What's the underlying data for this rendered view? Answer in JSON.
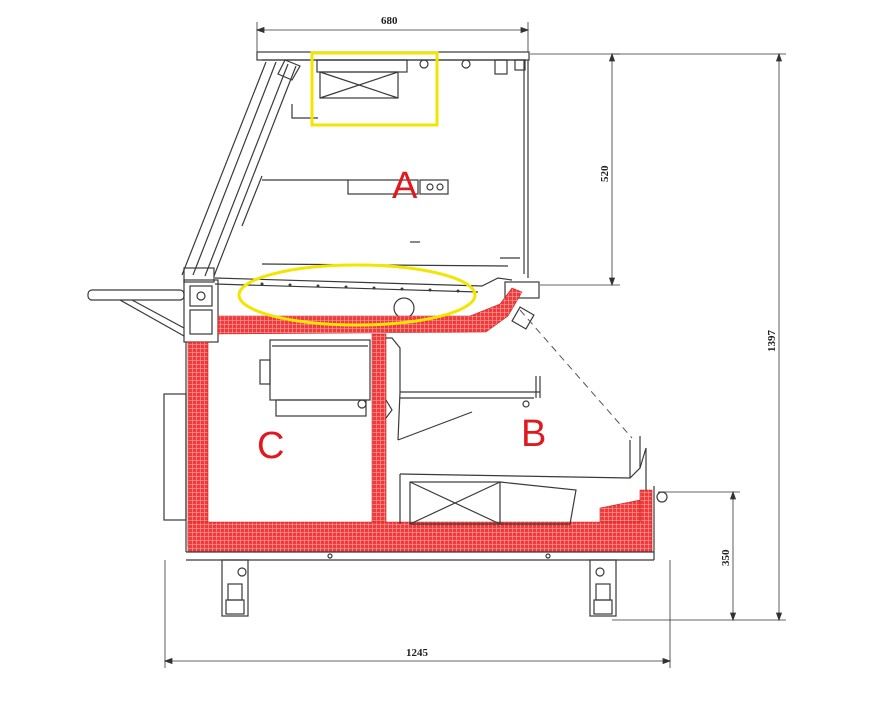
{
  "dimensions": {
    "top_width": "680",
    "glass_height": "520",
    "total_height": "1397",
    "base_width": "1245",
    "base_height": "350"
  },
  "zones": {
    "a": "A",
    "b": "B",
    "c": "C"
  },
  "colors": {
    "insulation": "#ef3b3b",
    "highlight_box": "#f2e600",
    "highlight_ellipse": "#f2e600",
    "line": "#3a3a3a",
    "zone_label": "#e0191e"
  }
}
